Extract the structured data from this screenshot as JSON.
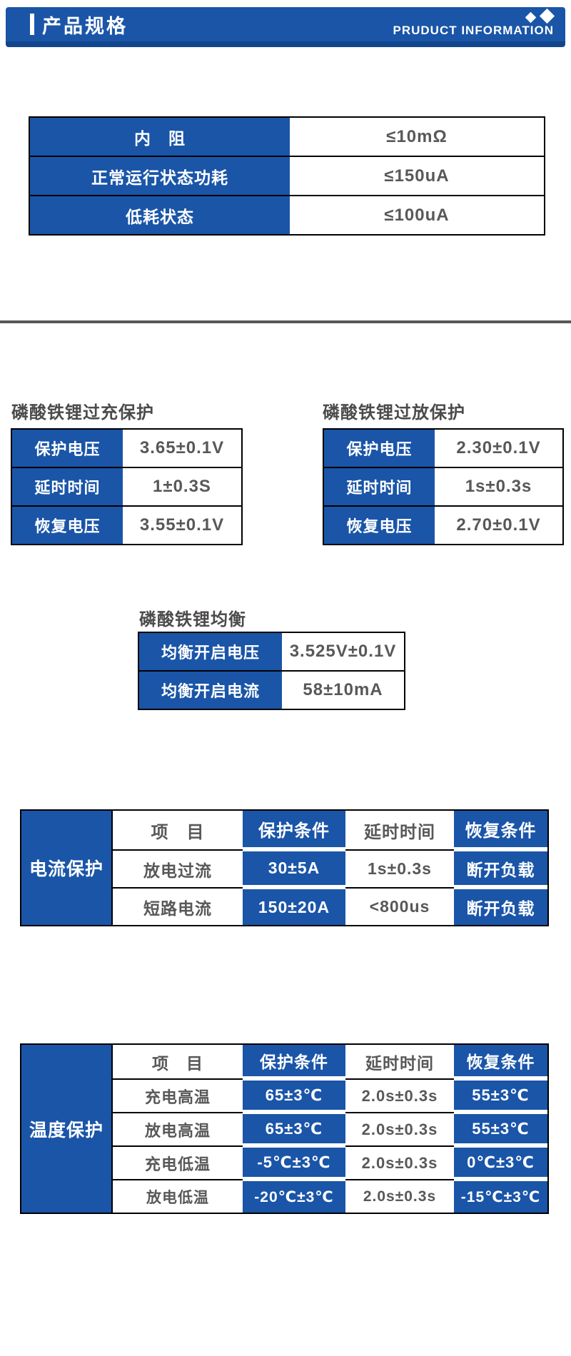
{
  "header": {
    "title": "产品规格",
    "subtitle": "PRUDUCT INFORMATION"
  },
  "colors": {
    "primary_blue": "#1a55a8",
    "header_strip_blue": "#11458c",
    "text_gray": "#595757",
    "border_black": "#000000"
  },
  "spec_table": {
    "rows": [
      {
        "label": "内　阻",
        "value": "≤10mΩ"
      },
      {
        "label": "正常运行状态功耗",
        "value": "≤150uA"
      },
      {
        "label": "低耗状态",
        "value": "≤100uA"
      }
    ]
  },
  "overcharge_table": {
    "title": "磷酸铁锂过充保护",
    "rows": [
      {
        "label": "保护电压",
        "value": "3.65±0.1V"
      },
      {
        "label": "延时时间",
        "value": "1±0.3S"
      },
      {
        "label": "恢复电压",
        "value": "3.55±0.1V"
      }
    ]
  },
  "overdischarge_table": {
    "title": "磷酸铁锂过放保护",
    "rows": [
      {
        "label": "保护电压",
        "value": "2.30±0.1V"
      },
      {
        "label": "延时时间",
        "value": "1s±0.3s"
      },
      {
        "label": "恢复电压",
        "value": "2.70±0.1V"
      }
    ]
  },
  "balance_table": {
    "title": "磷酸铁锂均衡",
    "rows": [
      {
        "label": "均衡开启电压",
        "value": "3.525V±0.1V"
      },
      {
        "label": "均衡开启电流",
        "value": "58±10mA"
      }
    ]
  },
  "current_table": {
    "category": "电流保护",
    "headers": [
      "项　目",
      "保护条件",
      "延时时间",
      "恢复条件"
    ],
    "rows": [
      [
        "放电过流",
        "30±5A",
        "1s±0.3s",
        "断开负载"
      ],
      [
        "短路电流",
        "150±20A",
        "<800us",
        "断开负载"
      ]
    ]
  },
  "temperature_table": {
    "category": "温度保护",
    "headers": [
      "项　目",
      "保护条件",
      "延时时间",
      "恢复条件"
    ],
    "rows": [
      [
        "充电高温",
        "65±3℃",
        "2.0s±0.3s",
        "55±3℃"
      ],
      [
        "放电高温",
        "65±3℃",
        "2.0s±0.3s",
        "55±3℃"
      ],
      [
        "充电低温",
        "-5℃±3℃",
        "2.0s±0.3s",
        "0℃±3℃"
      ],
      [
        "放电低温",
        "-20℃±3℃",
        "2.0s±0.3s",
        "-15℃±3℃"
      ]
    ]
  }
}
